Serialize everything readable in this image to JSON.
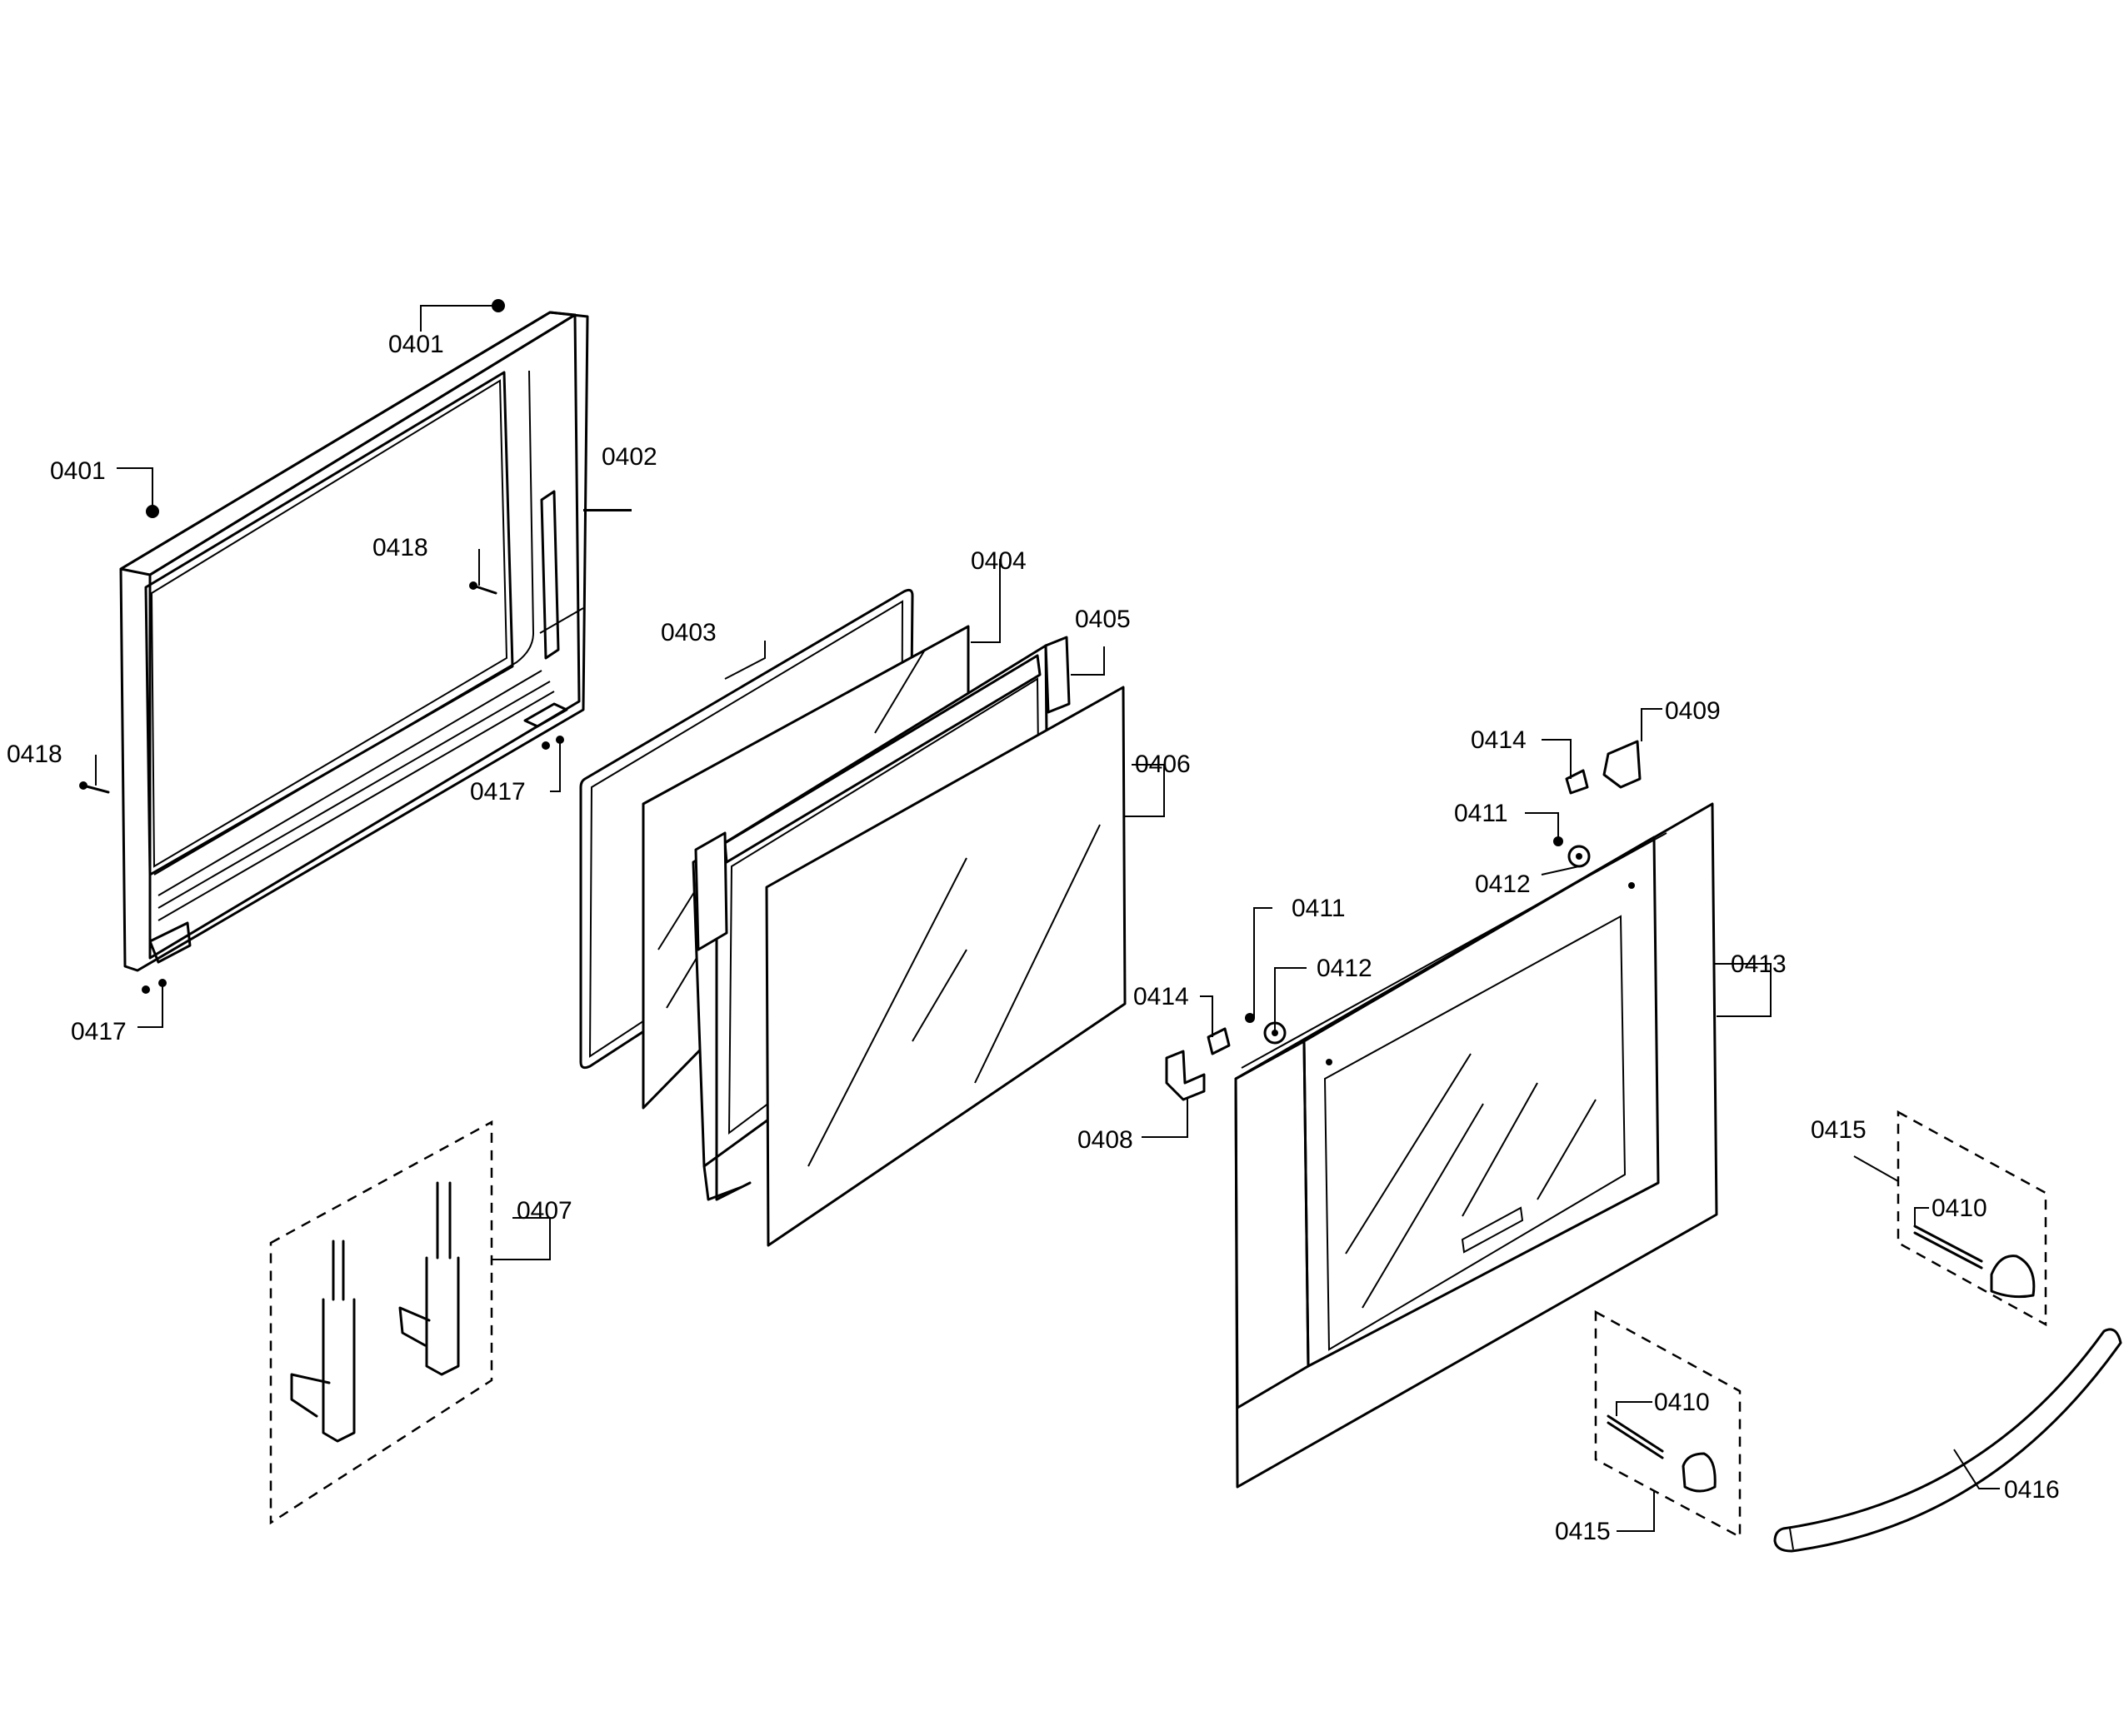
{
  "labels": {
    "p0401": "0401",
    "p0402": "0402",
    "p0403": "0403",
    "p0404": "0404",
    "p0405": "0405",
    "p0406": "0406",
    "p0407": "0407",
    "p0408": "0408",
    "p0409": "0409",
    "p0410": "0410",
    "p0411": "0411",
    "p0412": "0412",
    "p0413": "0413",
    "p0414": "0414",
    "p0415": "0415",
    "p0416": "0416",
    "p0417": "0417",
    "p0418": "0418"
  }
}
